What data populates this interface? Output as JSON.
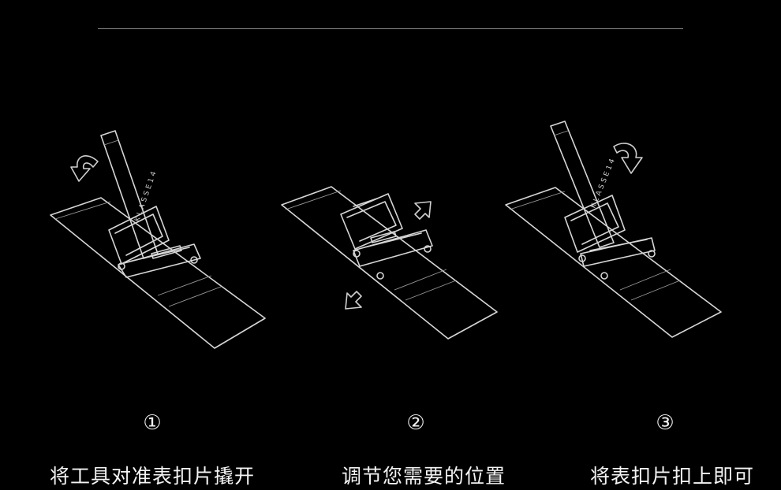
{
  "brand": "KLASSE14",
  "steps": [
    {
      "number": "①",
      "caption": "将工具对准表扣片撬开"
    },
    {
      "number": "②",
      "caption": "调节您需要的位置"
    },
    {
      "number": "③",
      "caption": "将表扣片扣上即可"
    }
  ],
  "colors": {
    "background": "#000000",
    "line": "#d8d8d8",
    "text": "#f2f2f2"
  }
}
